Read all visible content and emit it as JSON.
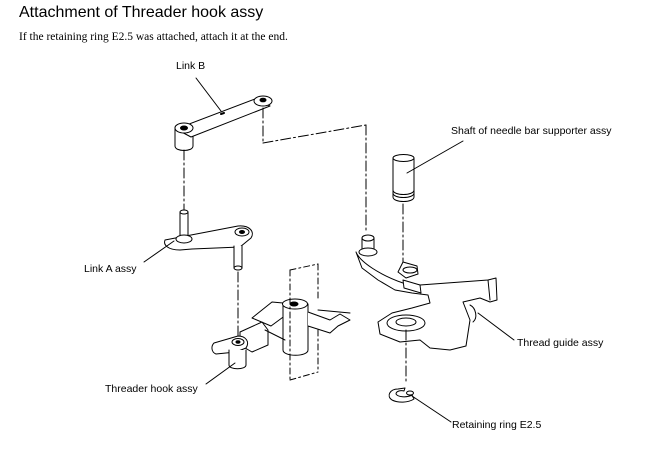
{
  "title": "Attachment of Threader hook assy",
  "instruction": "If the retaining ring E2.5 was attached, attach it at the end.",
  "labels": {
    "link_b": "Link B",
    "shaft": "Shaft of needle bar supporter assy",
    "link_a": "Link A assy",
    "thread_guide": "Thread guide assy",
    "threader_hook": "Threader hook assy",
    "retaining_ring": "Retaining ring E2.5"
  }
}
